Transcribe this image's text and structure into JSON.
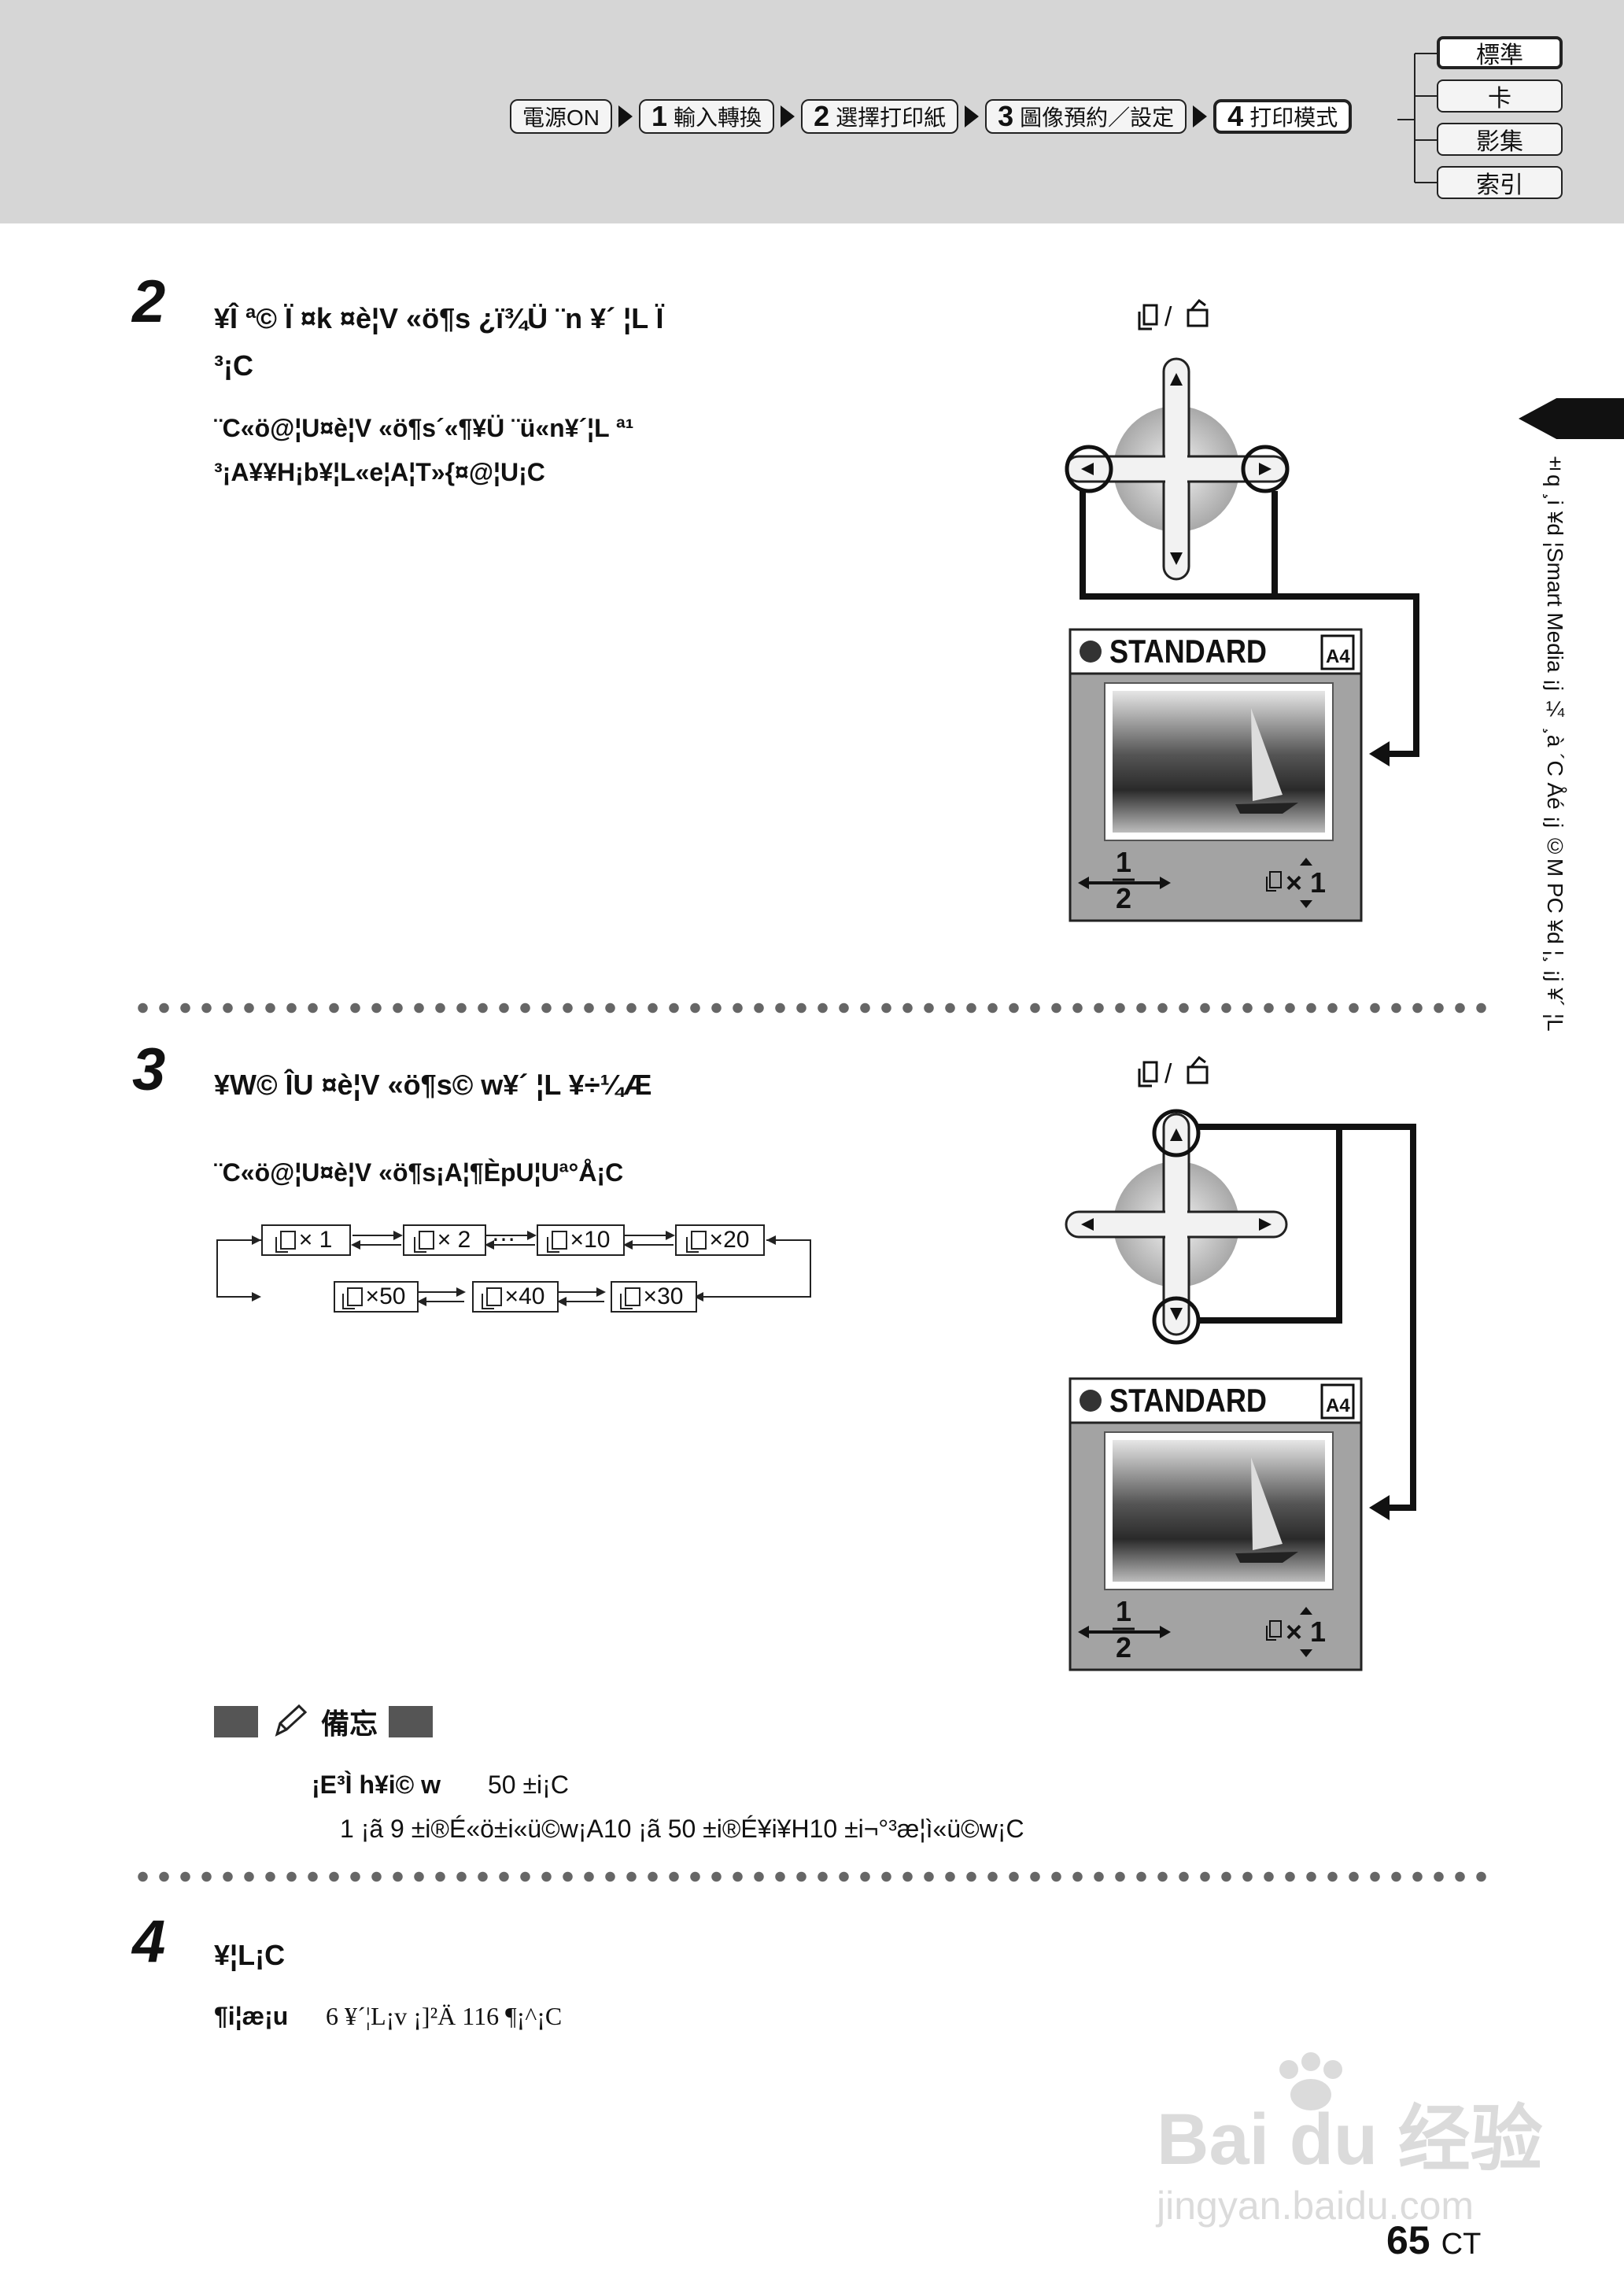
{
  "header": {
    "flow_steps": [
      {
        "num": "",
        "label": "電源ON"
      },
      {
        "num": "1",
        "label": "輸入轉換"
      },
      {
        "num": "2",
        "label": "選擇打印紙"
      },
      {
        "num": "3",
        "label": "圖像預約／設定"
      },
      {
        "num": "4",
        "label": "打印模式"
      }
    ],
    "modes": [
      "標準",
      "卡",
      "影集",
      "索引"
    ]
  },
  "side_tab_text": "±q ¸i ¥d ¦Smart Media ¡j ¼ ¸à ´C Åé ¡j ©M PC ¥d ¦¸ ¡j ¥´ ¦L",
  "step2": {
    "num": "2",
    "title_line1": "¥Î ª© Ï ¤k ¤è¦V «ö¶s ¿ï¾Ü ¨n ¥´ ¦L Ï",
    "title_line2": "³¡C",
    "body_line1": "¨C«ö@¦U¤è¦V «ö¶s´«¶¥Ü ¨ü«n¥´¦L ª¹",
    "body_line2": "³¡A¥¥H¡b¥¦L«e¦A¦T»{¤@¦U¡C"
  },
  "step3": {
    "num": "3",
    "title": "¥W© ÎU ¤è¦V «ö¶s© w¥´ ¦L ¥÷¼Æ",
    "body": "¨C«ö@¦U¤è¦V «ö¶s¡A¦¶ÈpU¦Uª°Å¡C"
  },
  "cycle": {
    "top_row": [
      "× 1",
      "× 2",
      "×10",
      "×20"
    ],
    "bottom_row": [
      "×50",
      "×40",
      "×30"
    ],
    "ellipsis": "…"
  },
  "memo": {
    "label": "備忘",
    "line1_a": "¡E³Ì h¥i© w",
    "line1_b": "50 ±i¡C",
    "line2": "1 ¡ã 9 ±i®É«ö±i«ü©w¡A10 ¡ã 50 ±i®É¥i¥H10 ±i¬°³æ¦ì«ü©w¡C"
  },
  "step4": {
    "num": "4",
    "title": "¥¦L¡C",
    "body_a": "¶i¦æ¡u",
    "body_b": "6 ¥´¦L¡v ¡]²Ä 116 ¶¡^¡C"
  },
  "screen": {
    "mode_label": "STANDARD",
    "paper_label": "A4",
    "page_numerator": "1",
    "page_denominator": "2",
    "copies_label": "× 1"
  },
  "button_label": "/",
  "page_number": "65",
  "page_suffix": "CT",
  "watermark": {
    "brand": "Bai du 经验",
    "url": "jingyan.baidu.com"
  }
}
